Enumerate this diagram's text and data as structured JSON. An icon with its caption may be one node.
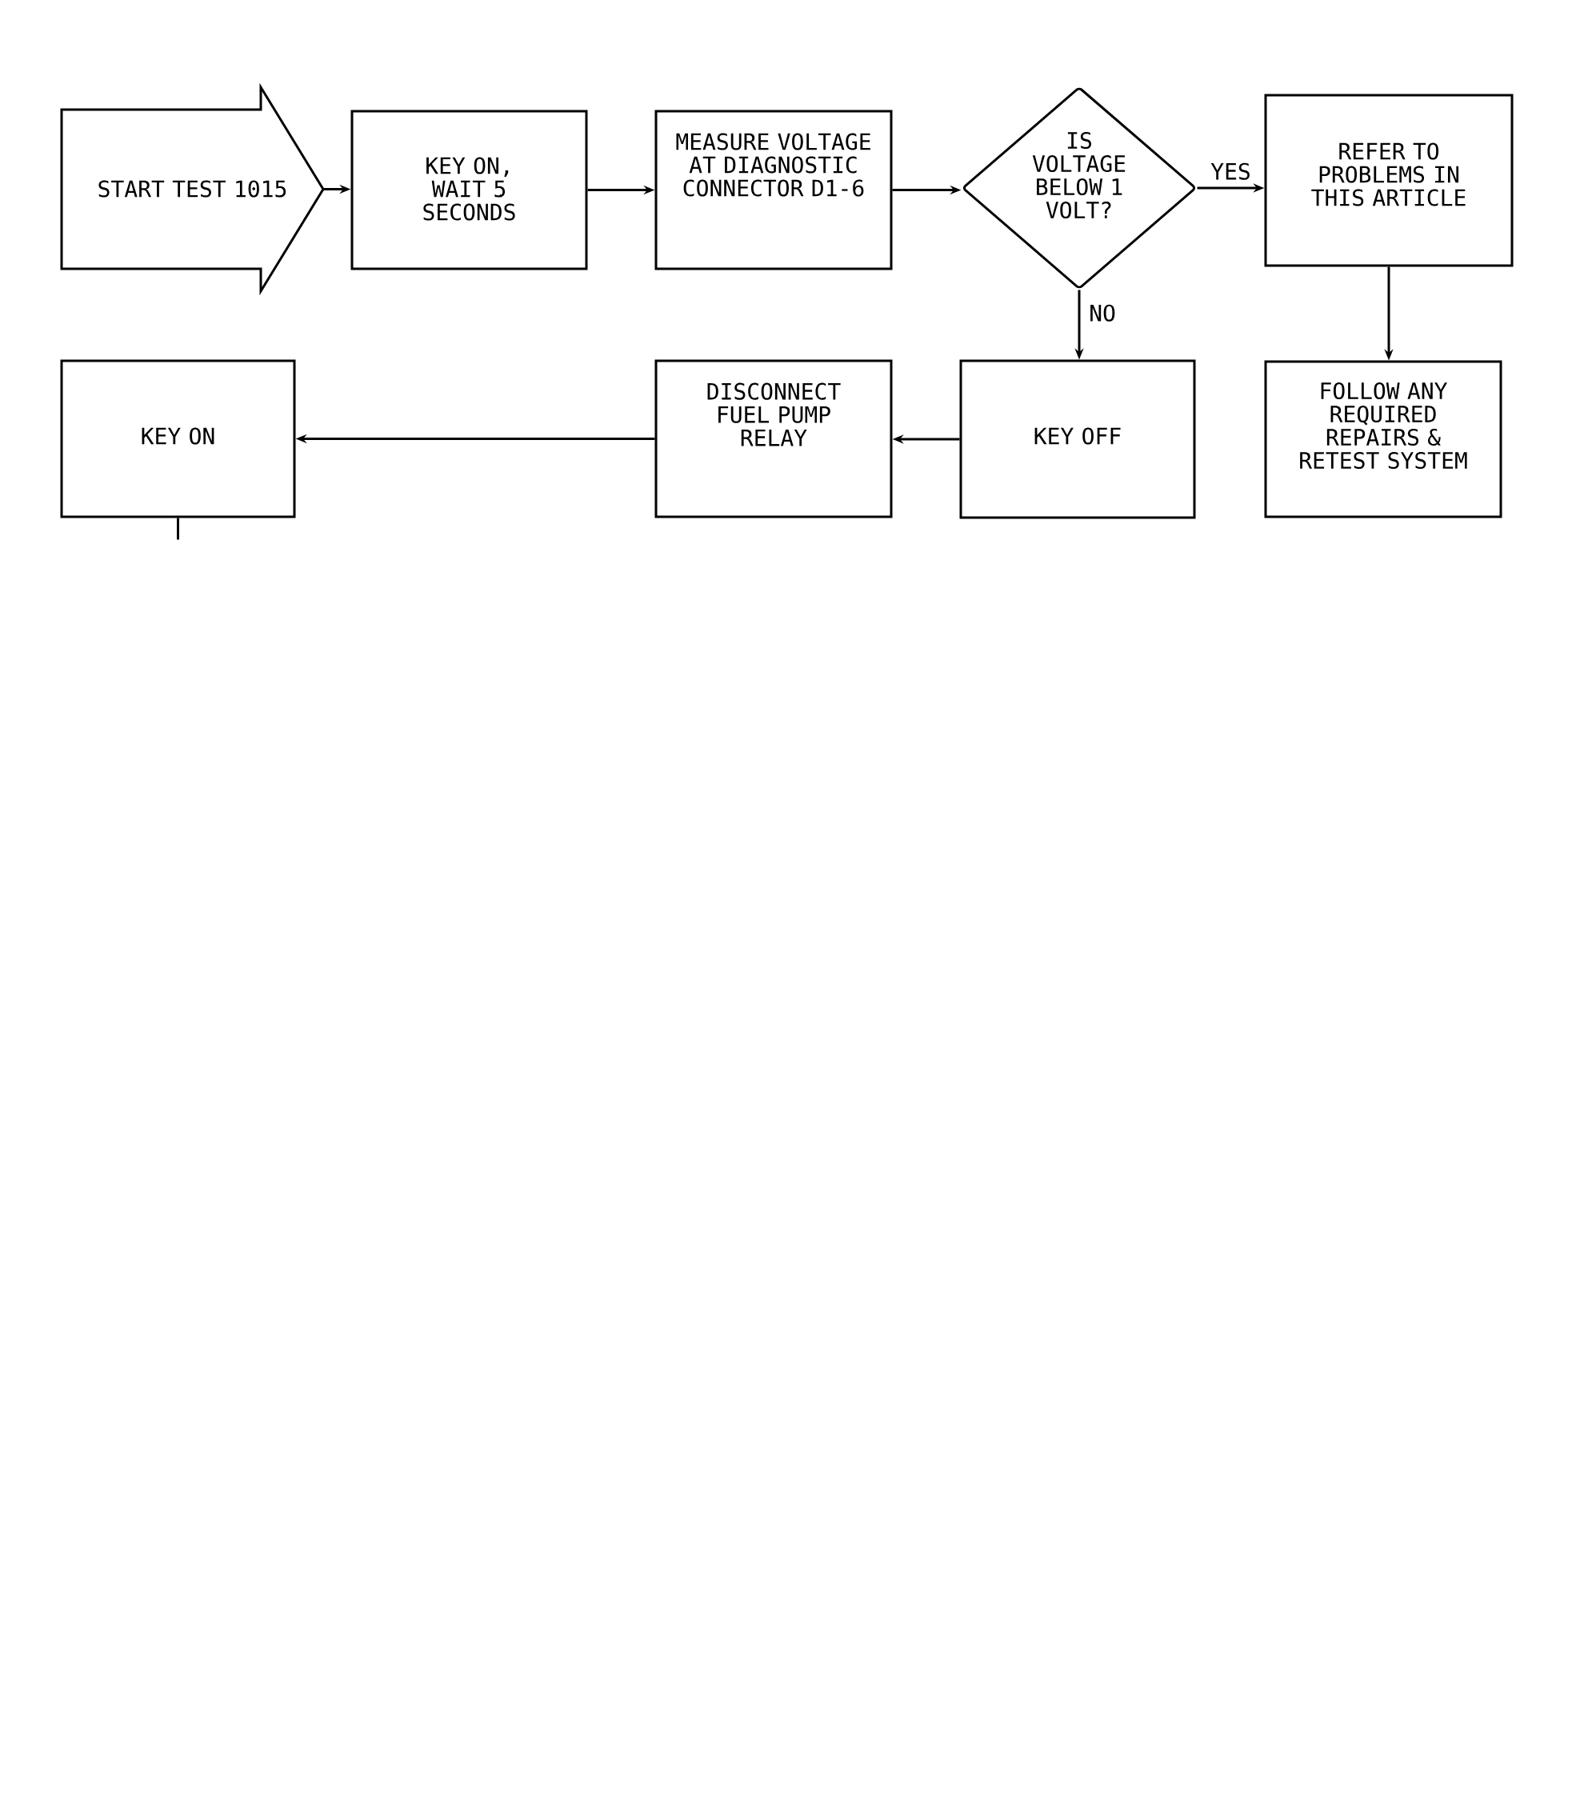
{
  "diagram": {
    "nodes": [
      {
        "text": [
          "START TEST 1015"
        ]
      },
      {
        "text": [
          "KEY ON, WAIT 5 SECONDS"
        ]
      },
      {
        "text": [
          "MEASURE VOLTAGE AT DIAGNOSTIC CONNECTOR D1-6"
        ]
      },
      {
        "text": [
          "IS VOLTAGE BELOW 1 VOLT?"
        ]
      },
      {
        "text": [
          "REFER TO PROBLEMS IN THIS ARTICLE"
        ]
      },
      {
        "text": [
          "KEY ON"
        ]
      },
      {
        "text": [
          "DISCONNECT FUEL PUMP RELAY"
        ]
      },
      {
        "text": [
          "KEY OFF"
        ]
      },
      {
        "text": [
          "FOLLOW ANY REQUIRED REPAIRS & RETEST SYSTEM"
        ]
      }
    ],
    "edges": [
      {
        "from": 0,
        "to": 1,
        "arrow": "to"
      },
      {
        "from": 1,
        "to": 2,
        "arrow": "to"
      },
      {
        "from": 2,
        "to": 3,
        "arrow": "to"
      },
      {
        "from": 3,
        "to": 4,
        "arrow": "to",
        "label": "YES"
      },
      {
        "from": 3,
        "to": 7,
        "arrow": "to",
        "label": "NO"
      },
      {
        "from": 4,
        "to": 8,
        "arrow": "to"
      },
      {
        "from": 7,
        "to": 6,
        "arrow": "to"
      },
      {
        "from": 6,
        "to": 5,
        "arrow": "to"
      },
      {
        "from": 5,
        "to": null,
        "arrow": "none"
      }
    ]
  }
}
